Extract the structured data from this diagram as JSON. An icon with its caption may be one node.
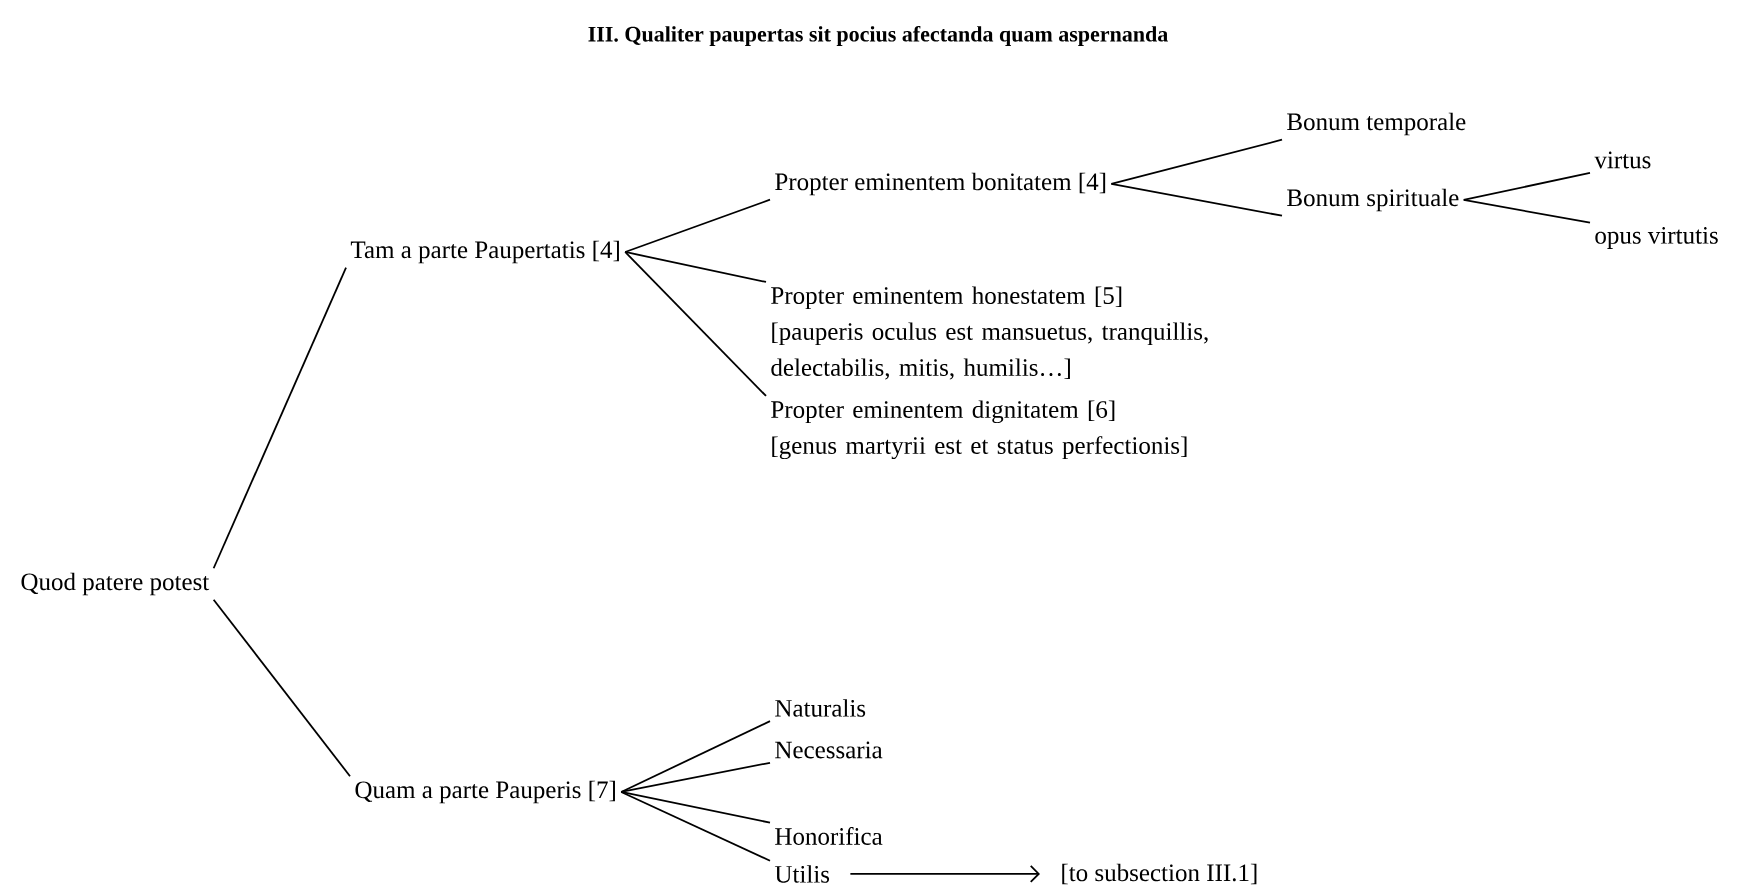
{
  "diagram": {
    "title": "III. Qualiter paupertas sit pocius afectanda quam aspernanda",
    "nodes": [
      {
        "text": [
          "Quod patere potest"
        ]
      },
      {
        "text": [
          "Tam a parte Paupertatis [4]"
        ]
      },
      {
        "text": [
          "Quam a parte Pauperis [7]"
        ]
      },
      {
        "text": [
          "Propter eminentem bonitatem [4]"
        ]
      },
      {
        "text": [
          "Propter eminentem honestatem [5]",
          "[pauperis oculus est mansuetus, tranquillis, delectabilis, mitis, humilis…]"
        ]
      },
      {
        "text": [
          "Propter eminentem dignitatem [6]",
          "[genus martyrii est et status perfectionis]"
        ]
      },
      {
        "text": [
          "Bonum temporale"
        ]
      },
      {
        "text": [
          "Bonum spirituale"
        ]
      },
      {
        "text": [
          "virtus"
        ]
      },
      {
        "text": [
          "opus virtutis"
        ]
      },
      {
        "text": [
          "Naturalis"
        ]
      },
      {
        "text": [
          "Necessaria"
        ]
      },
      {
        "text": [
          "Honorifica"
        ]
      },
      {
        "text": [
          "Utilis"
        ]
      },
      {
        "text": [
          "[to subsection III.1]"
        ]
      }
    ],
    "edges": [
      {
        "from": 0,
        "to": 1,
        "arrow": "none"
      },
      {
        "from": 0,
        "to": 2,
        "arrow": "none"
      },
      {
        "from": 1,
        "to": 3,
        "arrow": "none"
      },
      {
        "from": 1,
        "to": 4,
        "arrow": "none"
      },
      {
        "from": 1,
        "to": 5,
        "arrow": "none"
      },
      {
        "from": 3,
        "to": 6,
        "arrow": "none"
      },
      {
        "from": 3,
        "to": 7,
        "arrow": "none"
      },
      {
        "from": 7,
        "to": 8,
        "arrow": "none"
      },
      {
        "from": 7,
        "to": 9,
        "arrow": "none"
      },
      {
        "from": 2,
        "to": 10,
        "arrow": "none"
      },
      {
        "from": 2,
        "to": 11,
        "arrow": "none"
      },
      {
        "from": 2,
        "to": 12,
        "arrow": "none"
      },
      {
        "from": 2,
        "to": 13,
        "arrow": "none"
      },
      {
        "from": 13,
        "to": 14,
        "arrow": "to"
      }
    ]
  }
}
